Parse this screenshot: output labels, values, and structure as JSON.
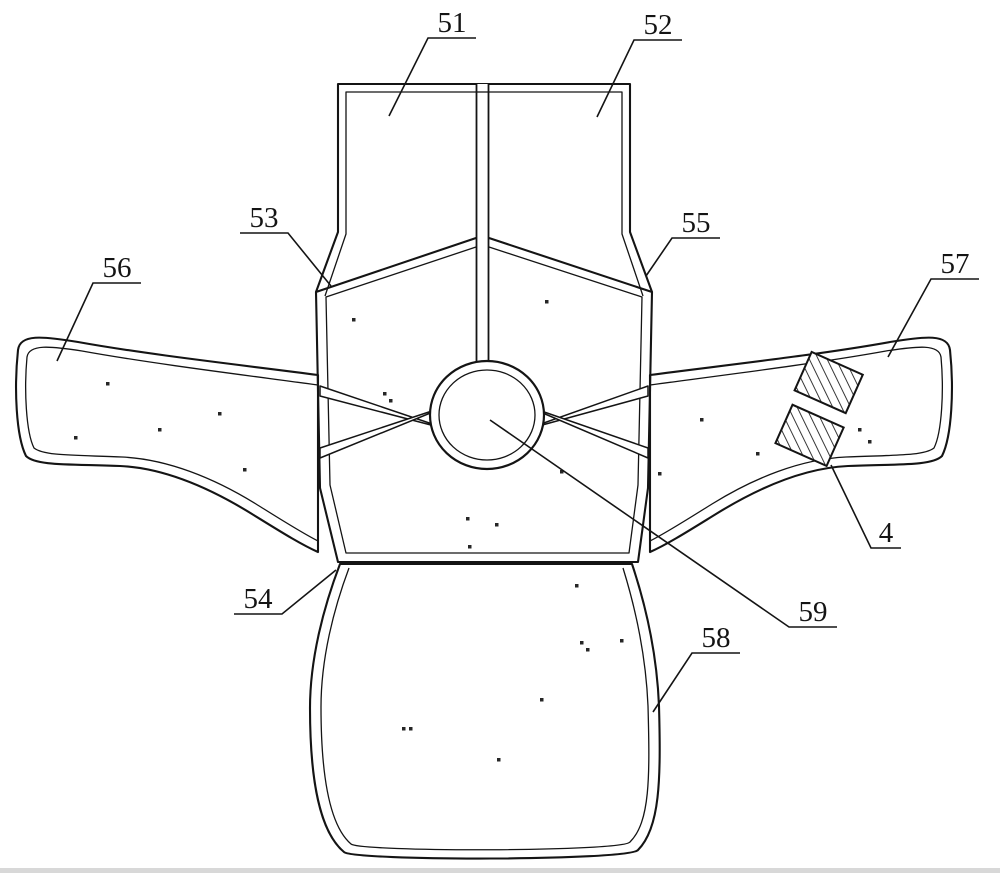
{
  "figure": {
    "kind": "patent-line-drawing",
    "background": "#ffffff",
    "ink_color": "#141414",
    "texture_color": "#5a5a5a"
  },
  "labels": {
    "part51": "51",
    "part52": "52",
    "part53": "53",
    "part54": "54",
    "part55": "55",
    "part56": "56",
    "part57": "57",
    "part58": "58",
    "part59": "59",
    "part4": "4"
  }
}
